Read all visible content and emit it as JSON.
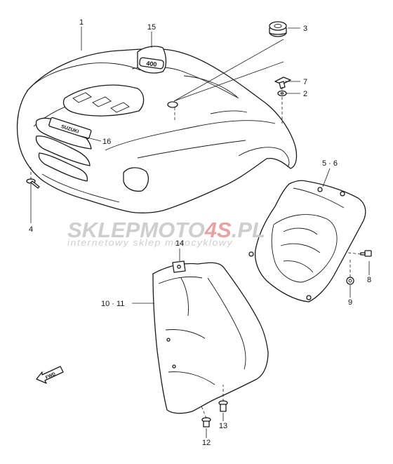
{
  "callouts": [
    {
      "id": "c1",
      "text": "1"
    },
    {
      "id": "c15",
      "text": "15"
    },
    {
      "id": "c16",
      "text": "16"
    },
    {
      "id": "c4",
      "text": "4"
    },
    {
      "id": "c3",
      "text": "3"
    },
    {
      "id": "c7",
      "text": "7"
    },
    {
      "id": "c2",
      "text": "2"
    },
    {
      "id": "c56",
      "text": "5 · 6"
    },
    {
      "id": "c8",
      "text": "8"
    },
    {
      "id": "c9",
      "text": "9"
    },
    {
      "id": "c14",
      "text": "14"
    },
    {
      "id": "c1011",
      "text": "10 · 11"
    },
    {
      "id": "c13",
      "text": "13"
    },
    {
      "id": "c12",
      "text": "12"
    }
  ],
  "part_markings": {
    "brand_badge": "SUZUKI",
    "model_badge": "400",
    "fwd_arrow": "FWD"
  },
  "watermark": {
    "logo_a": "SKLEPMOTO",
    "logo_b": "4S",
    "logo_c": ".PL",
    "tagline": "internetowy sklep motocyklowy",
    "color_gray": "#c9c9c9",
    "color_red": "#e59a9a"
  }
}
